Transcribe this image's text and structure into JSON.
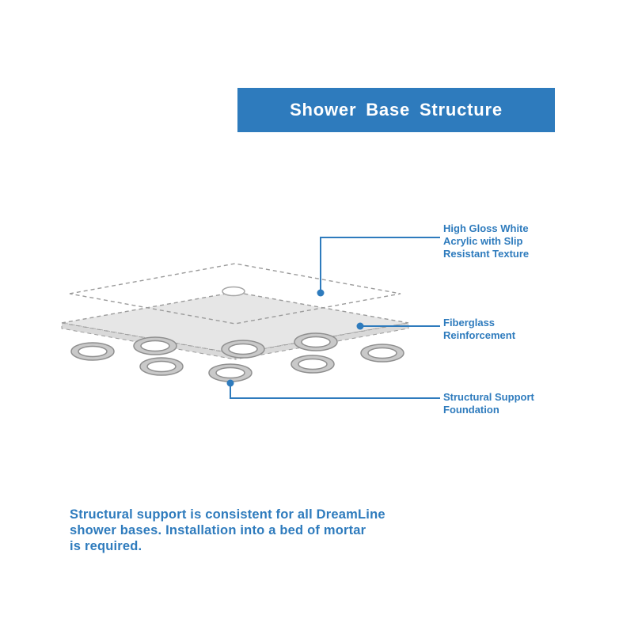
{
  "colors": {
    "accent_blue": "#2e7bbd",
    "slab_gray": "#e6e6e6",
    "outline_gray": "#9b9b9b"
  },
  "banner": {
    "title": "Shower Base Structure"
  },
  "callouts": [
    {
      "id": "acrylic",
      "label": "High Gloss White\nAcrylic with Slip\nResistant Texture"
    },
    {
      "id": "fiberglass",
      "label": "Fiberglass\nReinforcement"
    },
    {
      "id": "foundation",
      "label": "Structural Support\nFoundation"
    }
  ],
  "footer": {
    "text": "Structural support is consistent for all DreamLine\nshower bases. Installation into a bed of mortar\nis required."
  }
}
